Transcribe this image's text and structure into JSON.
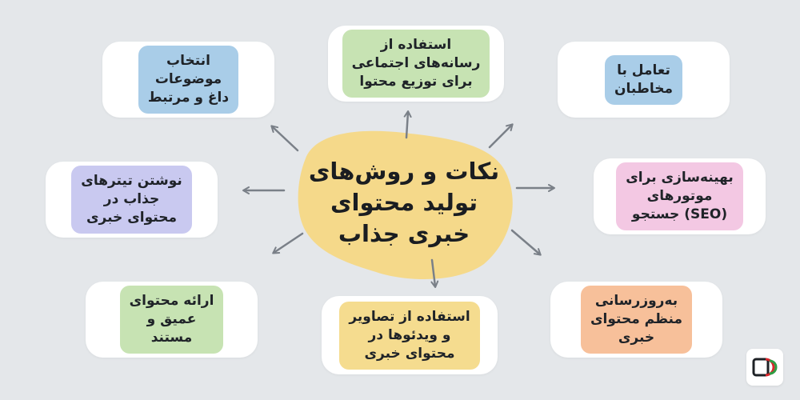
{
  "center": {
    "title": "نکات و روش‌های\nتولید محتوای\nخبری جذاب",
    "color": "#f5d98a"
  },
  "nodes": {
    "topic": {
      "label": "انتخاب\nموضوعات\nداغ و مرتبط",
      "color": "#a9cde8"
    },
    "social": {
      "label": "استفاده از\nرسانه‌های اجتماعی\nبرای توزیع محتوا",
      "color": "#c7e3b3"
    },
    "engage": {
      "label": "تعامل با\nمخاطبان",
      "color": "#a9cde8"
    },
    "headline": {
      "label": "نوشتن تیترهای\nجذاب در\nمحتوای خبری",
      "color": "#c9c9f0"
    },
    "seo": {
      "label": "بهینه‌سازی برای\nموتورهای\n(SEO) جستجو",
      "color": "#f3c8e3"
    },
    "deep": {
      "label": "ارائه محتوای\nعمیق و\nمستند",
      "color": "#c7e3b3"
    },
    "media": {
      "label": "استفاده از تصاویر\nو ویدئوها در\nمحتوای خبری",
      "color": "#f5dc8f"
    },
    "update": {
      "label": "به‌روزرسانی\nمنظم محتوای\nخبری",
      "color": "#f7c09a"
    }
  },
  "arrow_color": "#7a8088",
  "logo": {
    "icon": "brand-logo-icon",
    "colors": [
      "#1d2125",
      "#d9262c",
      "#2f9e44"
    ]
  }
}
